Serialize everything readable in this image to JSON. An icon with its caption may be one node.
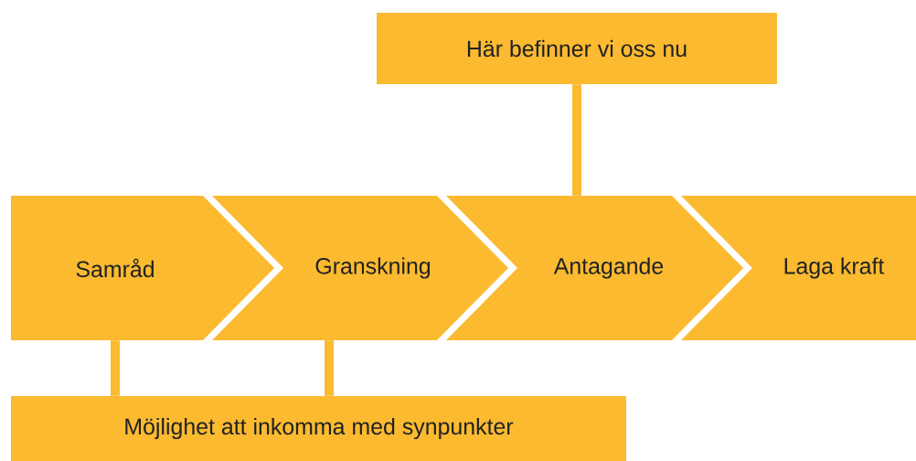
{
  "diagram": {
    "nodes": [
      {
        "text": [
          "Här befinner vi oss nu"
        ]
      },
      {
        "text": [
          "Samråd"
        ]
      },
      {
        "text": [
          "Granskning"
        ]
      },
      {
        "text": [
          "Antagande"
        ]
      },
      {
        "text": [
          "Laga kraft"
        ]
      },
      {
        "text": [
          "Möjlighet att inkomma med synpunkter"
        ]
      }
    ],
    "edges": [
      {
        "from": 0,
        "to": 3,
        "arrow": "none"
      },
      {
        "from": 1,
        "to": 5,
        "arrow": "none"
      },
      {
        "from": 2,
        "to": 5,
        "arrow": "none"
      }
    ]
  }
}
